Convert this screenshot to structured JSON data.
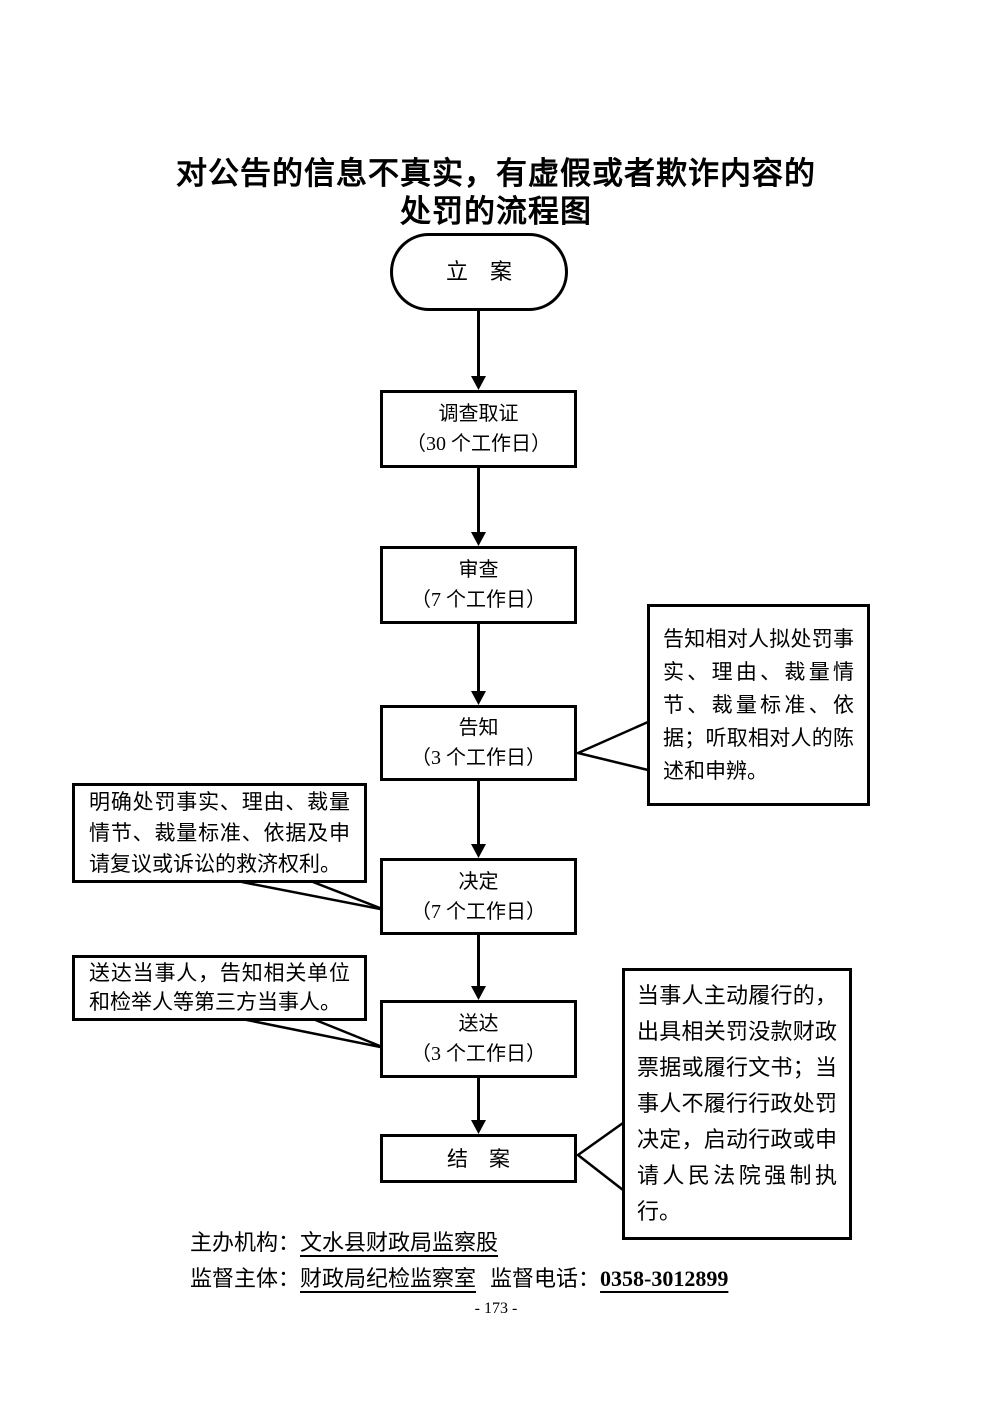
{
  "title": {
    "line1": "对公告的信息不真实，有虚假或者欺诈内容的",
    "line2": "处罚的流程图"
  },
  "nodes": {
    "start": {
      "label": "立　案"
    },
    "investigate": {
      "label": "调查取证",
      "duration": "（30 个工作日）"
    },
    "review": {
      "label": "审查",
      "duration": "（7 个工作日）"
    },
    "notify": {
      "label": "告知",
      "duration": "（3 个工作日）"
    },
    "decide": {
      "label": "决定",
      "duration": "（7 个工作日）"
    },
    "deliver": {
      "label": "送达",
      "duration": "（3 个工作日）"
    },
    "close": {
      "label": "结　案"
    }
  },
  "callouts": {
    "notify_note": "告知相对人拟处罚事实、理由、裁量情节、裁量标准、依据；听取相对人的陈述和申辨。",
    "decide_note": "明确处罚事实、理由、裁量情节、裁量标准、依据及申请复议或诉讼的救济权利。",
    "deliver_note": "送达当事人，告知相关单位和检举人等第三方当事人。",
    "close_note": "当事人主动履行的，出具相关罚没款财政票据或履行文书；当事人不履行行政处罚决定，启动行政或申请人民法院强制执行。"
  },
  "footer": {
    "organizer_label": "主办机构：",
    "organizer_value": "文水县财政局监察股",
    "supervisor_label": "监督主体：",
    "supervisor_value": "财政局纪检监察室",
    "phone_label": "监督电话：",
    "phone_value": "0358-3012899"
  },
  "page_number": "- 173 -",
  "colors": {
    "ink": "#000000",
    "background": "#ffffff"
  }
}
